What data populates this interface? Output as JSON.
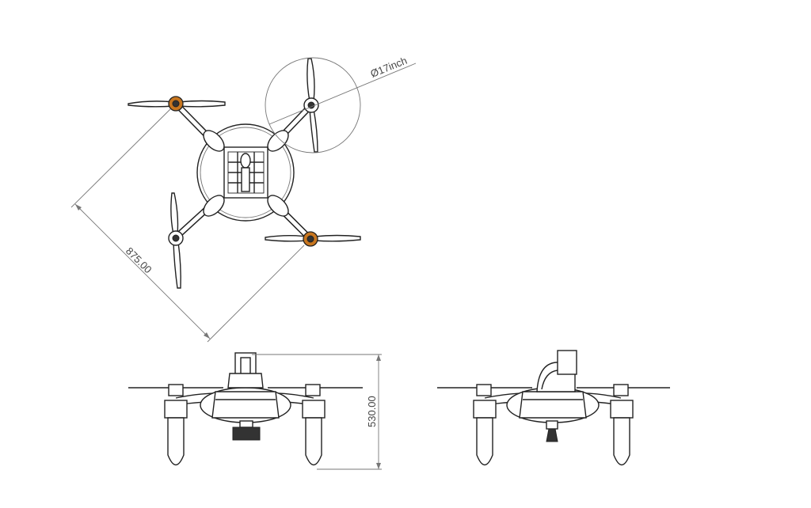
{
  "dimensions": {
    "diagonal": "875.00",
    "height": "530.00",
    "propeller": "Ø17inch"
  },
  "colors": {
    "line": "#222222",
    "dimension": "#777777",
    "motor_accent": "#c8761f",
    "background": "#ffffff"
  }
}
